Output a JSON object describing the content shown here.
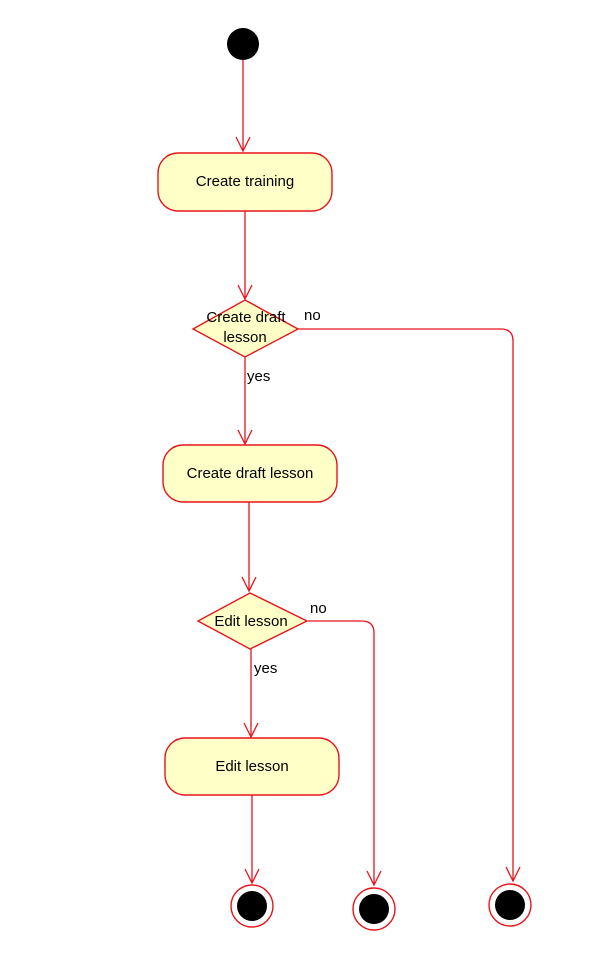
{
  "diagram": {
    "type": "UML activity diagram",
    "colors": {
      "line": "#E8141C",
      "node_fill": "#FFFFC8",
      "dot": "#000000"
    },
    "activities": {
      "create_training": "Create training",
      "create_draft_lesson": "Create draft lesson",
      "edit_lesson": "Edit lesson"
    },
    "decisions": {
      "create_draft": {
        "line1": "Create draft",
        "line2": "lesson"
      },
      "edit": {
        "line1": "Edit lesson"
      }
    },
    "guards": {
      "decision1_no": "no",
      "decision1_yes": "yes",
      "decision2_no": "no",
      "decision2_yes": "yes"
    }
  }
}
